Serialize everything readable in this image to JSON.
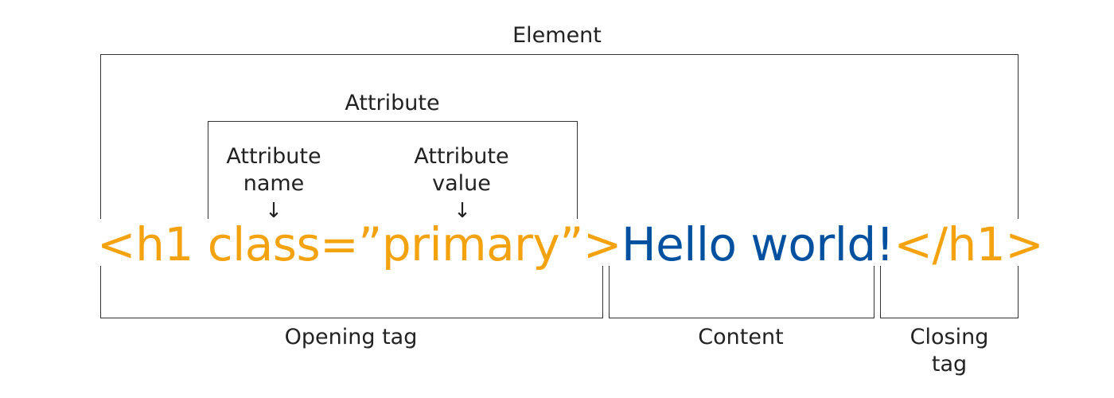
{
  "labels": {
    "element": "Element",
    "attribute": "Attribute",
    "attribute_name": "Attribute\nname",
    "attribute_name_line1": "Attribute",
    "attribute_name_line2": "name",
    "attribute_value_line1": "Attribute",
    "attribute_value_line2": "value",
    "opening_tag": "Opening tag",
    "content": "Content",
    "closing_tag_line1": "Closing",
    "closing_tag_line2": "tag"
  },
  "code": {
    "open_bracket_name": "<h1 ",
    "attr_name": "class=",
    "attr_value": "”primary”",
    "open_close": ">",
    "content": "Hello world!",
    "closing_tag": "</h1>"
  },
  "icons": {
    "arrow": "↓"
  },
  "colors": {
    "tag": "#f5a20f",
    "content": "#0050a0",
    "lines": "#333333"
  }
}
